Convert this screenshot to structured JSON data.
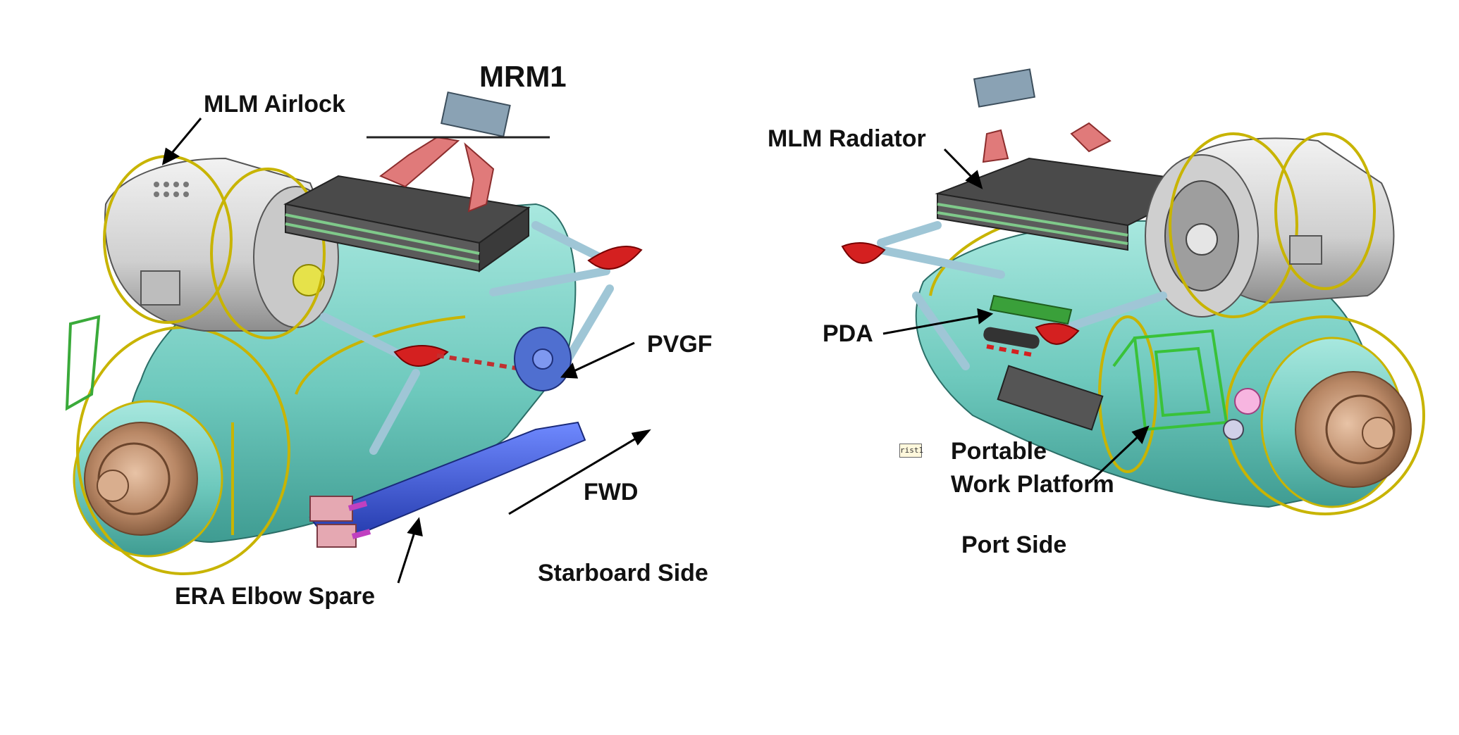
{
  "labels": {
    "mrm1": "MRM1",
    "mlm_airlock": "MLM Airlock",
    "pvgf": "PVGF",
    "fwd": "FWD",
    "era_elbow_spare": "ERA Elbow Spare",
    "starboard_side": "Starboard Side",
    "mlm_radiator": "MLM Radiator",
    "pda": "PDA",
    "portable_work_platform_line1": "Portable",
    "portable_work_platform_line2": "Work Platform",
    "port_side": "Port Side",
    "small_tag": "rist1"
  },
  "colors": {
    "module_body": "#7fd3c8",
    "airlock_body": "#d9d9d9",
    "radiator": "#4a4a4a",
    "frame_yellow": "#c8b400",
    "hatch_bronze": "#b88a6a",
    "era_elbow": "#3a56c8",
    "handle_red": "#d42020",
    "mrm_pink": "#e07a7a"
  }
}
